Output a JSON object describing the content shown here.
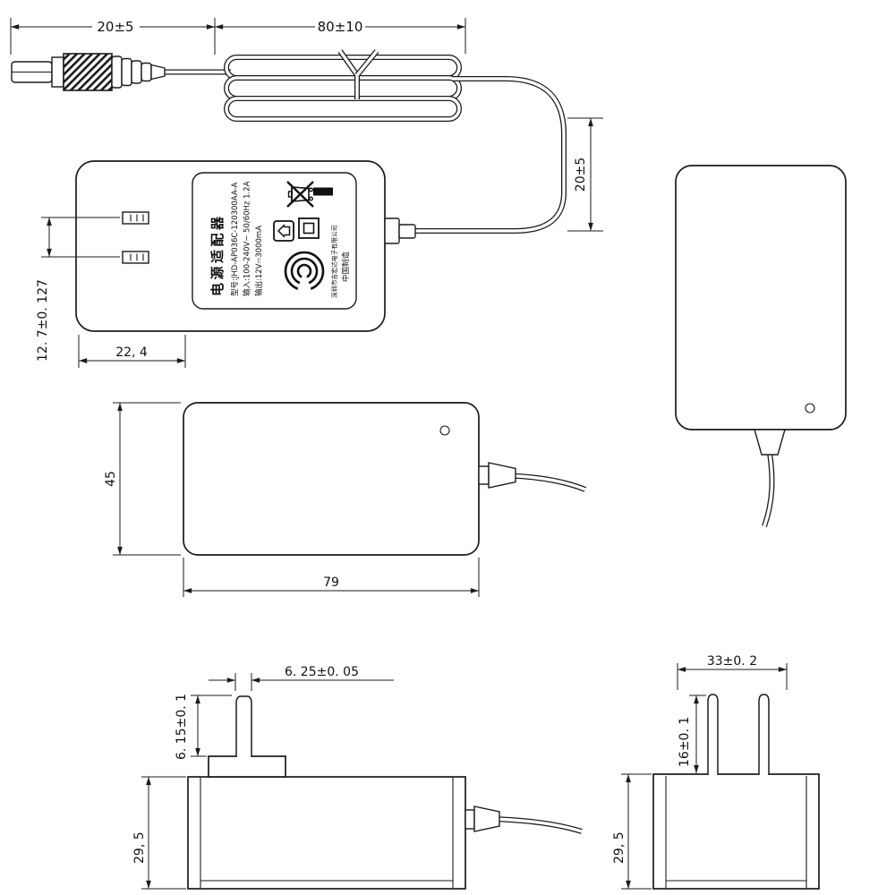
{
  "dims": {
    "plug_len": "20±5",
    "coil_len": "80±10",
    "drop_len": "20±5",
    "prong_pitch": "12. 7±0. 127",
    "prong_offset": "22, 4",
    "body_h": "45",
    "body_w": "79",
    "prong_h": "6. 15±0. 1",
    "prong_w": "6. 25±0. 05",
    "depth_l": "29, 5",
    "span": "33±0. 2",
    "prong_len": "16±0. 1",
    "depth_r": "29, 5"
  },
  "label": {
    "product": "电源适配器",
    "model": "型号:JHD-AP036C-120300AA-A",
    "input": "输入:100-240V~ 50/60Hz 1.2A",
    "output": "输出:12V⎓3000mA",
    "maker": "深圳市吉宏达电子有限公司",
    "origin": "中国制造",
    "icons": [
      "weee-crossed-bin",
      "solid-bar",
      "indoor-use-house",
      "class-ii-double-insulation",
      "ccc-certification"
    ]
  },
  "colors": {
    "line": "#1b1b1b",
    "background": "#ffffff"
  }
}
